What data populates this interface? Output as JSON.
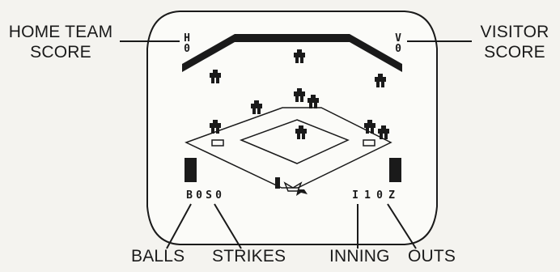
{
  "labels": {
    "home_team_score": [
      "HOME TEAM",
      "SCORE"
    ],
    "visitor_score": [
      "VISITOR",
      "SCORE"
    ],
    "balls": "BALLS",
    "strikes": "STRIKES",
    "inning": "INNING",
    "outs": "OUTS"
  },
  "scoreboard": {
    "home": {
      "letter": "H",
      "score": "0"
    },
    "visitor": {
      "letter": "V",
      "score": "0"
    },
    "balls_letter": "B",
    "balls_value": "0",
    "strikes_letter": "S",
    "strikes_value": "0",
    "inning_letter": "I",
    "inning_value": "1",
    "outs_value": "0",
    "outs_letter": "Z"
  },
  "colors": {
    "ink": "#1a1a1a",
    "paper": "#f4f3ef"
  }
}
